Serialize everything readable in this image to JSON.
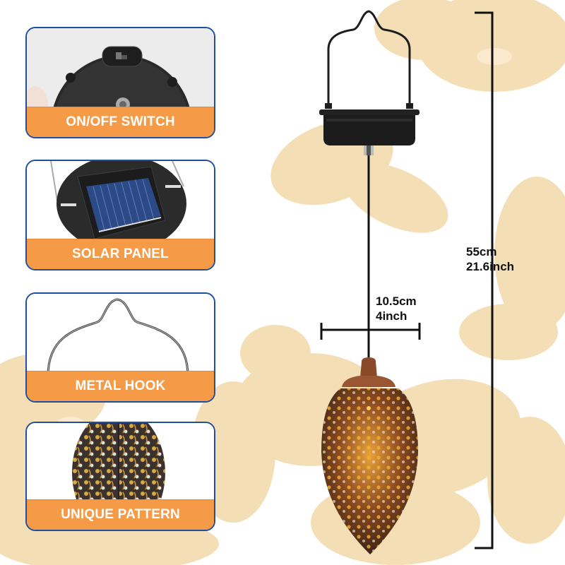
{
  "features": [
    {
      "label": "ON/OFF SWITCH",
      "icon": "switch-photo"
    },
    {
      "label": "SOLAR PANEL",
      "icon": "solar-panel-photo"
    },
    {
      "label": "METAL HOOK",
      "icon": "metal-hook-photo"
    },
    {
      "label": "UNIQUE PATTERN",
      "icon": "pattern-photo"
    }
  ],
  "dimensions": {
    "width_cm": "10.5cm",
    "width_inch": "4inch",
    "height_cm": "55cm",
    "height_inch": "21.6inch"
  },
  "colors": {
    "label_orange": "#f59a46",
    "card_border": "#1f4f9e",
    "blossom": "#f3d9a8",
    "copper": "#8a4a2a"
  }
}
